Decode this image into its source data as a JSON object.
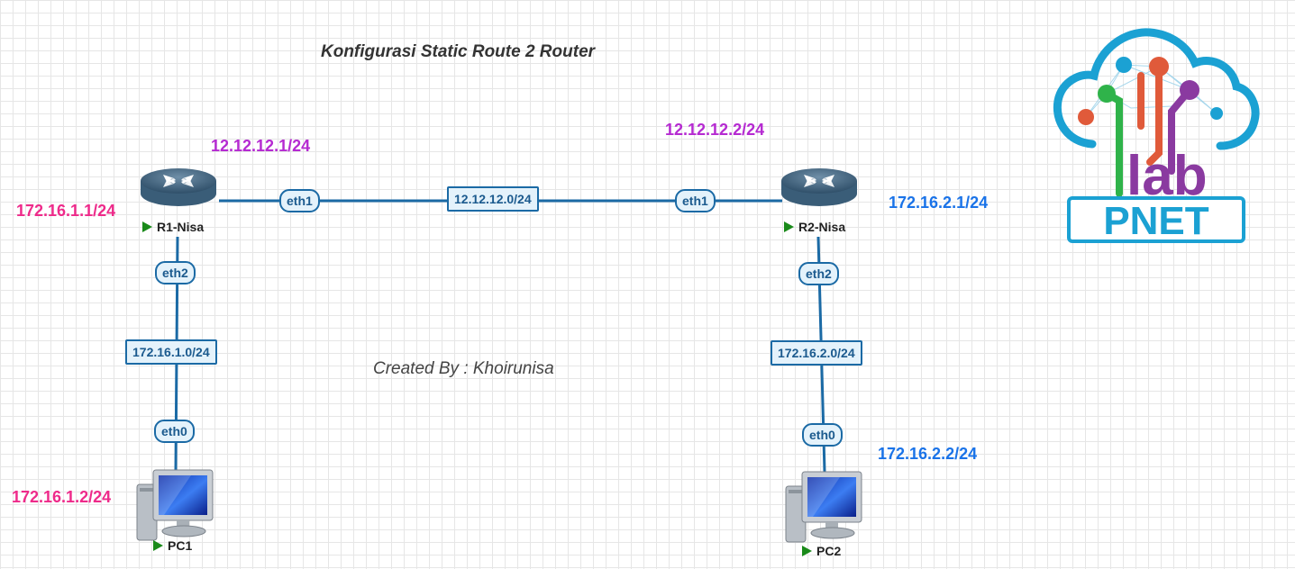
{
  "title": "Konfigurasi Static Route 2 Router",
  "credit": "Created By : Khoirunisa",
  "colors": {
    "link": "#1b6aa5",
    "pink": "#ee2a8a",
    "purple": "#b52ad1",
    "blue": "#1a73e8"
  },
  "nodes": {
    "r1": {
      "name": "R1-Nisa",
      "icon": "router-icon"
    },
    "r2": {
      "name": "R2-Nisa",
      "icon": "router-icon"
    },
    "pc1": {
      "name": "PC1",
      "icon": "computer-icon"
    },
    "pc2": {
      "name": "PC2",
      "icon": "computer-icon"
    }
  },
  "interfaces": {
    "r1_eth1": "eth1",
    "r2_eth1": "eth1",
    "r1_eth2": "eth2",
    "r2_eth2": "eth2",
    "pc1_eth0": "eth0",
    "pc2_eth0": "eth0"
  },
  "networks": {
    "wan": "12.12.12.0/24",
    "lan1": "172.16.1.0/24",
    "lan2": "172.16.2.0/24"
  },
  "ips": {
    "r1_wan": "12.12.12.1/24",
    "r2_wan": "12.12.12.2/24",
    "r1_lan": "172.16.1.1/24",
    "r2_lan": "172.16.2.1/24",
    "pc1": "172.16.1.2/24",
    "pc2": "172.16.2.2/24"
  },
  "logo": {
    "top": "lab",
    "bottom": "PNET"
  }
}
